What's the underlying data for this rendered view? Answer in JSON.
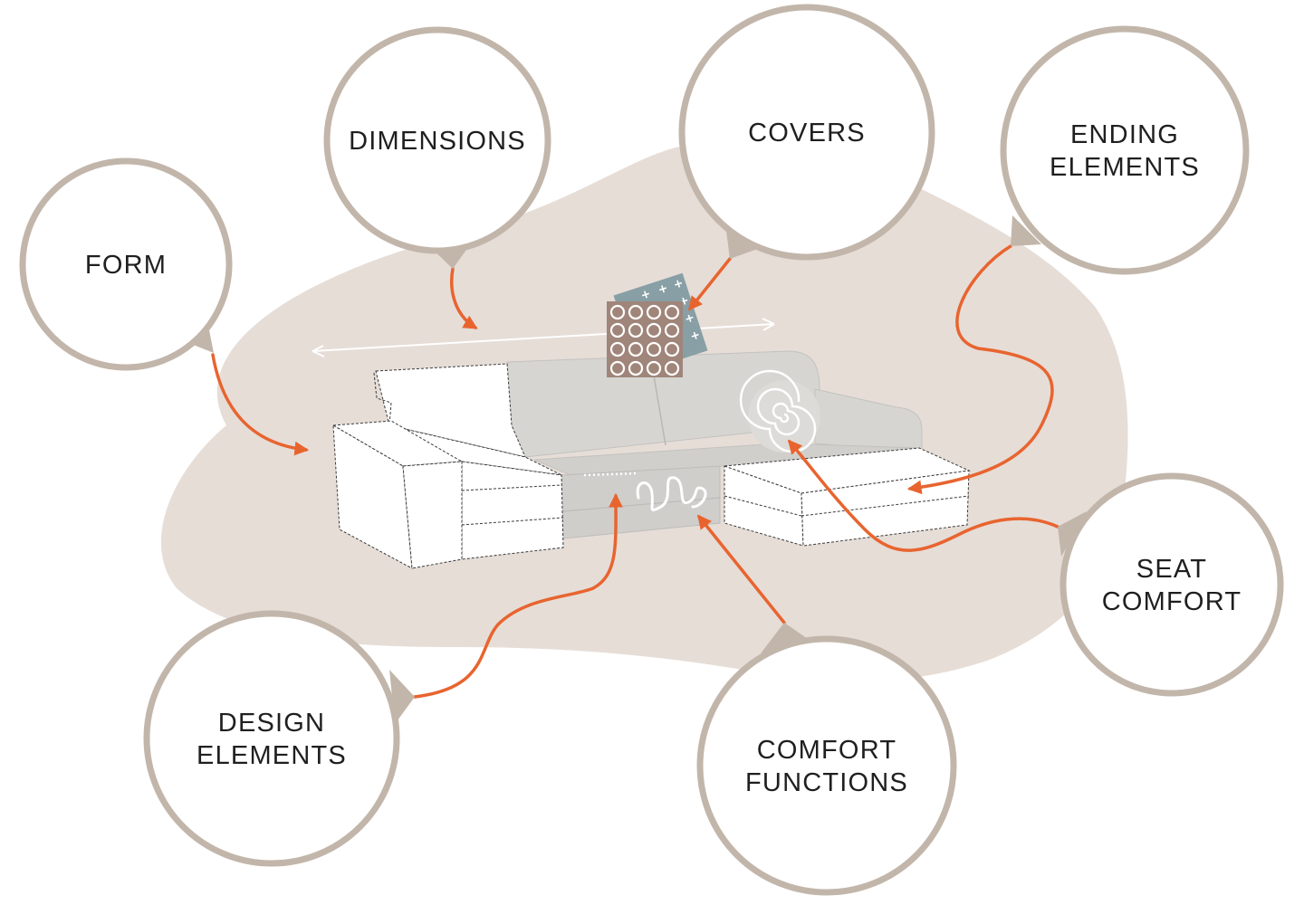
{
  "colors": {
    "blob": "#e6ddd7",
    "circle_ring": "#c2b6ab",
    "arrow": "#e8642f",
    "sofa_grey": "#d6d5d2",
    "sofa_grey_dark": "#c3c2be",
    "fabric_brown": "#a0857a",
    "fabric_blue": "#879fa5",
    "text": "#1f1f1f"
  },
  "nodes": [
    {
      "id": "form",
      "lines": [
        "FORM"
      ],
      "icon": "form-icon"
    },
    {
      "id": "dimensions",
      "lines": [
        "DIMENSIONS"
      ],
      "icon": "dimensions-icon"
    },
    {
      "id": "covers",
      "lines": [
        "COVERS"
      ],
      "icon": "fabric-swatch-icon"
    },
    {
      "id": "ending-elements",
      "lines": [
        "ENDING",
        "ELEMENTS"
      ],
      "icon": "end-module-icon"
    },
    {
      "id": "seat-comfort",
      "lines": [
        "SEAT",
        "COMFORT"
      ],
      "icon": "foam-spiral-icon"
    },
    {
      "id": "comfort-functions",
      "lines": [
        "COMFORT",
        "FUNCTIONS"
      ],
      "icon": "spring-icon"
    },
    {
      "id": "design-elements",
      "lines": [
        "DESIGN",
        "ELEMENTS"
      ],
      "icon": "stitching-icon"
    }
  ]
}
